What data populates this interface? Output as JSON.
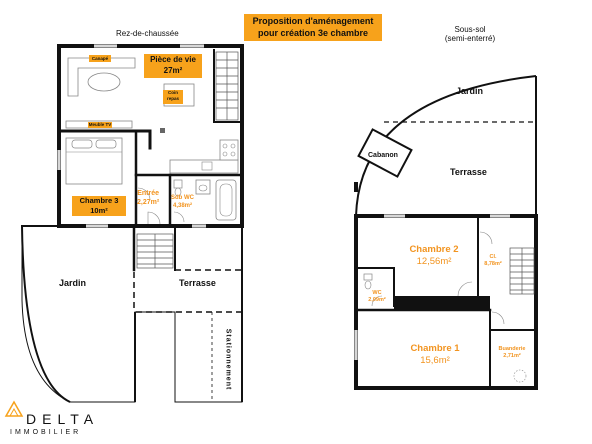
{
  "header": {
    "proposal_line1": "Proposition d'aménagement",
    "proposal_line2": "pour création 3e chambre",
    "ground_floor": "Rez-de-chaussée",
    "basement_line1": "Sous-sol",
    "basement_line2": "(semi-enterré)"
  },
  "ground_rooms": {
    "living_name": "Pièce de vie",
    "living_area": "27m²",
    "sofa": "Canapé",
    "dining": "Coin repas",
    "tv": "Meuble TV",
    "bedroom3_name": "Chambre 3",
    "bedroom3_area": "10m²",
    "entry_name": "Entrée",
    "entry_area": "2,27m²",
    "bath_name": "Sdb WC",
    "bath_area": "4,38m²",
    "garden": "Jardin",
    "terrace": "Terrasse",
    "parking": "Stationnement"
  },
  "basement_rooms": {
    "garden": "Jardin",
    "shed": "Cabanon",
    "terrace": "Terrasse",
    "bedroom2_name": "Chambre 2",
    "bedroom2_area": "12,56m²",
    "closet_name": "Cl.",
    "closet_area": "8,78m²",
    "wc_name": "WC",
    "wc_area": "2,09m²",
    "bedroom1_name": "Chambre 1",
    "bedroom1_area": "15,6m²",
    "laundry_name": "Buanderie",
    "laundry_area": "2,71m²"
  },
  "logo": {
    "brand": "DELTA",
    "sub": "IMMOBILIER"
  },
  "colors": {
    "accent": "#f7a21b",
    "accent_text": "#f29420",
    "wall": "#111111"
  }
}
